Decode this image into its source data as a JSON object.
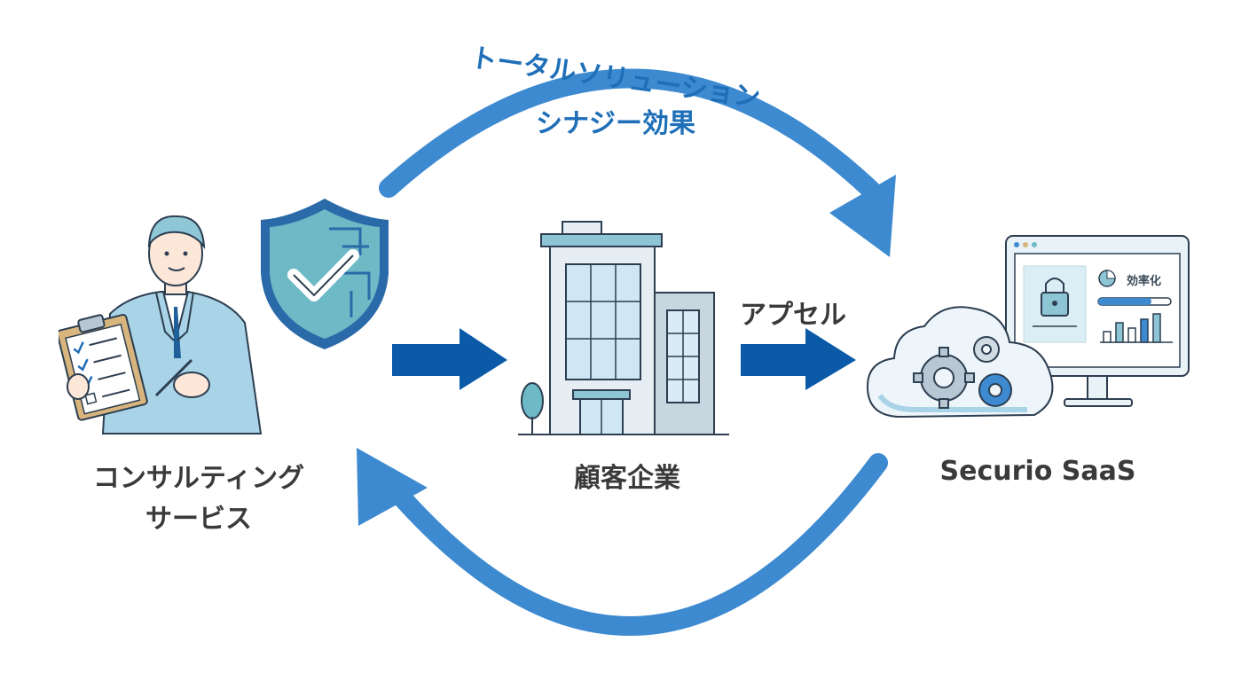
{
  "labels": {
    "total_solution": "トータルソリューション",
    "synergy": "シナジー効果",
    "appeal": "アプセル",
    "consulting_line1": "コンサルティング",
    "consulting_line2": "サービス",
    "client": "顧客企業",
    "saas": "Securio SaaS",
    "monitor_efficiency": "効率化"
  },
  "colors": {
    "arc_blue": "#3d8ad0",
    "arrow_blue": "#0b5aa8",
    "top_label": "#1e6fb8",
    "node_label": "#3a3a3a",
    "shield_fill": "#6db9c6",
    "shield_outline": "#2a6aa8",
    "building_fill": "#e6eef4",
    "cloud_fill": "#eef5fa"
  },
  "icons": {
    "consultant": "consultant-person-icon",
    "shield": "shield-check-icon",
    "building": "office-building-icon",
    "cloud": "cloud-gears-icon",
    "monitor": "monitor-dashboard-icon"
  }
}
